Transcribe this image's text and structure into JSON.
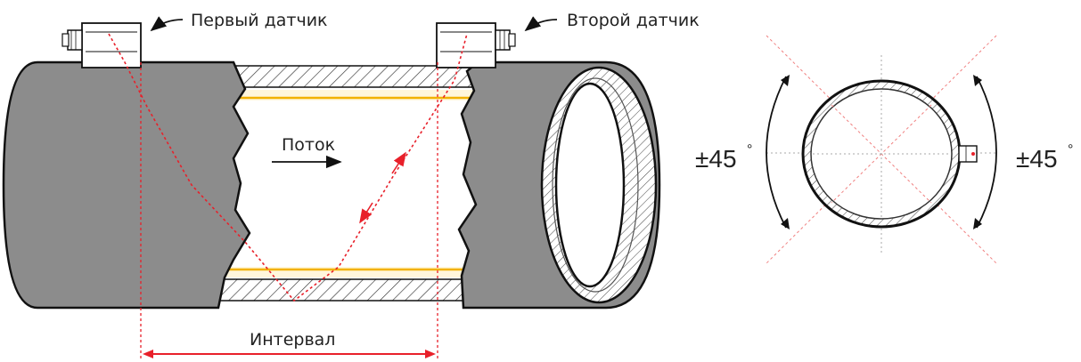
{
  "labels": {
    "first_sensor": "Первый датчик",
    "second_sensor": "Второй датчик",
    "flow": "Поток",
    "interval": "Интервал",
    "angle_left": "±45",
    "angle_right": "±45",
    "degree": "°"
  },
  "colors": {
    "pipe_gray": "#8c8c8c",
    "signal_red": "#e8202a",
    "yellow_line": "#f2b100",
    "outline": "#111111"
  }
}
